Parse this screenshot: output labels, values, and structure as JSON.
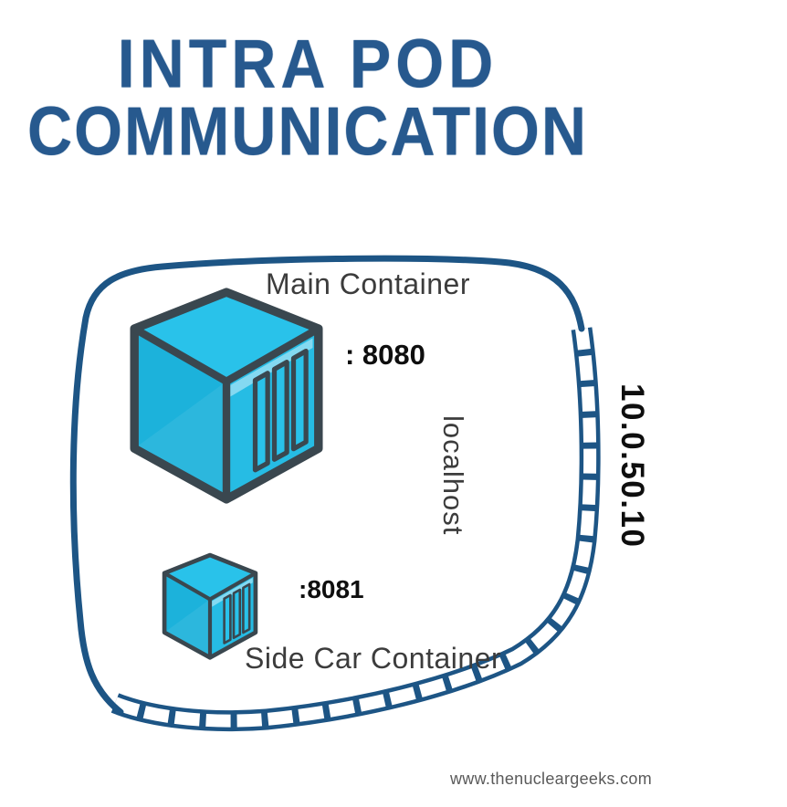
{
  "title": {
    "line1": "INTRA POD",
    "line2": "COMMUNICATION"
  },
  "diagram": {
    "pod": {
      "main_container": {
        "label": "Main Container",
        "port": ": 8080",
        "icon": "container-cube-icon"
      },
      "sidecar_container": {
        "label": "Side Car Container",
        "port": ":8081",
        "icon": "container-cube-icon"
      },
      "network_label": "localhost"
    },
    "pod_ip": "10.0.50.10"
  },
  "footer": {
    "website": "www.thenucleargeeks.com"
  },
  "colors": {
    "title-blue": "#27598E",
    "pod-border-blue": "#1D5585",
    "cube-top": "#29C2EA",
    "cube-left": "#1CB2DB",
    "cube-right": "#26BCE4",
    "cube-outline": "#3A474F",
    "cube-highlight": "#8FDCF2",
    "label-gray": "#3C3C3C",
    "port-black": "#0E0E0E",
    "footer-gray": "#5A5A5A"
  }
}
